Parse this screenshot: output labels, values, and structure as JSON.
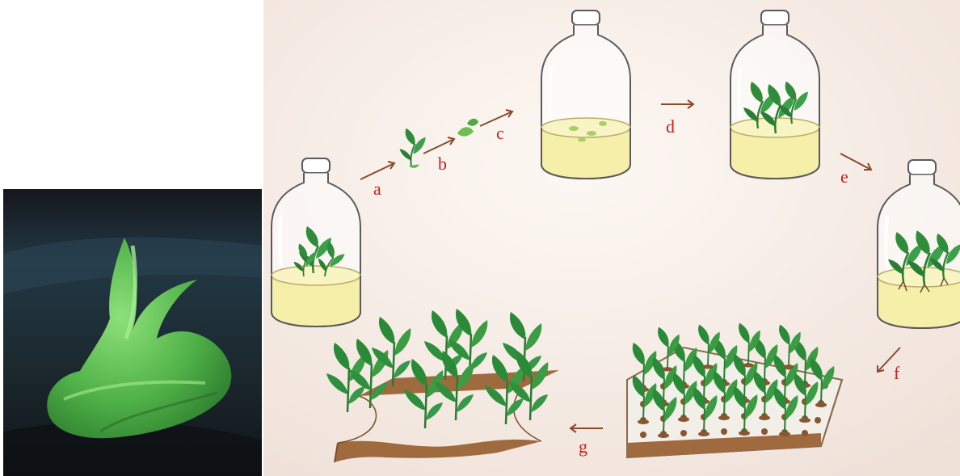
{
  "diagram": {
    "step_labels": {
      "a": "a",
      "b": "b",
      "c": "c",
      "d": "d",
      "e": "e",
      "f": "f",
      "g": "g"
    },
    "colors": {
      "background": "#f6ece6",
      "label_red": "#c8201f",
      "arrow_brown": "#8a4a2c",
      "medium_yellow": "#f6efaa",
      "leaf_green": "#2f8f3a",
      "soil_brown": "#a06a3f",
      "photo_green": "#59b94d"
    }
  }
}
